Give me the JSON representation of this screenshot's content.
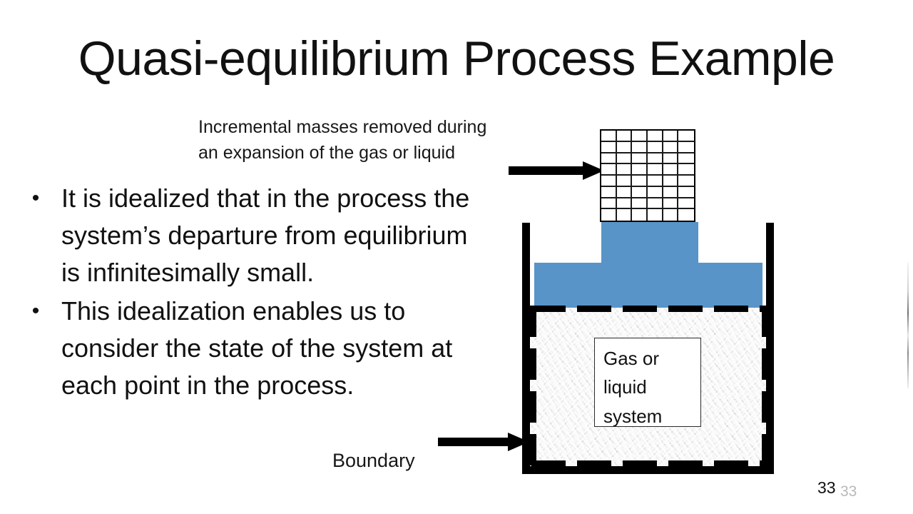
{
  "slide": {
    "title": "Quasi-equilibrium Process Example",
    "page_number": "33",
    "page_number_ghost": "33"
  },
  "caption": {
    "line1": "Incremental masses removed during",
    "line2": "an expansion of the gas or liquid"
  },
  "bullets": [
    {
      "marker": "•",
      "text": "It is idealized that in the process the system’s departure from equilibrium is infinitesimally small."
    },
    {
      "marker": "•",
      "text": "This idealization enables us to consider the state of the system at each point in the process."
    }
  ],
  "labels": {
    "boundary": "Boundary"
  },
  "diagram": {
    "system_box": {
      "line1": "Gas or",
      "line2": "liquid",
      "line3": "system"
    },
    "mass_block": {
      "columns": 6,
      "rows": 8,
      "cell_count": 48
    },
    "colors": {
      "piston": "#5894c8",
      "wall": "#000000",
      "boundary": "#000000",
      "speckle": "#cfcfcf"
    }
  }
}
